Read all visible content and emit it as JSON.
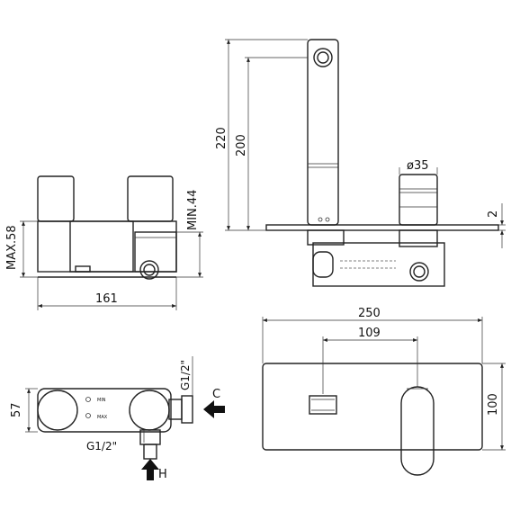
{
  "dimensions": {
    "d220": "220",
    "d200": "200",
    "d35": "ø35",
    "d2": "2",
    "max58": "MAX.58",
    "min44": "MIN.44",
    "d161": "161",
    "d250": "250",
    "d109": "109",
    "d100": "100",
    "d57": "57",
    "g12_top": "G1/2\"",
    "g12_bottom": "G1/2\""
  },
  "labels": {
    "c": "C",
    "h": "H",
    "min_mark": "MIN",
    "max_mark": "MAX"
  }
}
